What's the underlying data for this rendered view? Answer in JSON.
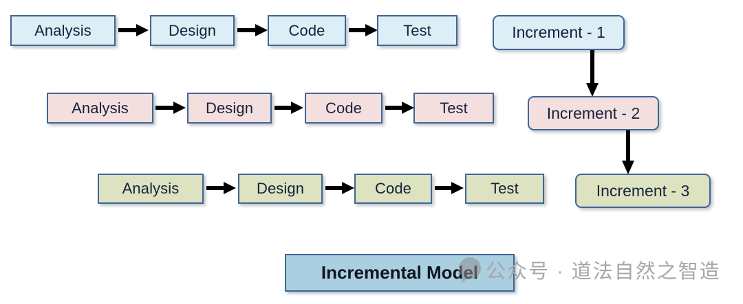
{
  "diagram": {
    "title": "Incremental Model",
    "rows": [
      {
        "name": "increment-1-row",
        "color_key": "blue",
        "fill": "#ddeef6",
        "border": "#3f6596",
        "phases": [
          "Analysis",
          "Design",
          "Code",
          "Test"
        ]
      },
      {
        "name": "increment-2-row",
        "color_key": "pink",
        "fill": "#f4dfdf",
        "border": "#3f6596",
        "phases": [
          "Analysis",
          "Design",
          "Code",
          "Test"
        ]
      },
      {
        "name": "increment-3-row",
        "color_key": "olive",
        "fill": "#dde3c0",
        "border": "#3f6596",
        "phases": [
          "Analysis",
          "Design",
          "Code",
          "Test"
        ]
      }
    ],
    "increments": [
      {
        "label": "Increment - 1",
        "color_key": "blue",
        "fill": "#ddeef6"
      },
      {
        "label": "Increment - 2",
        "color_key": "pink",
        "fill": "#f4dfdf"
      },
      {
        "label": "Increment - 3",
        "color_key": "olive",
        "fill": "#dde3c0"
      }
    ],
    "title_box": {
      "label": "Incremental Model",
      "fill": "#a9cfe1",
      "border": "#3f6596"
    },
    "arrow_color": "#000000"
  },
  "watermark": {
    "text": "公众号 · 道法自然之智造",
    "color": "#a7a7a7",
    "icon": "chat-bubble-icon"
  }
}
